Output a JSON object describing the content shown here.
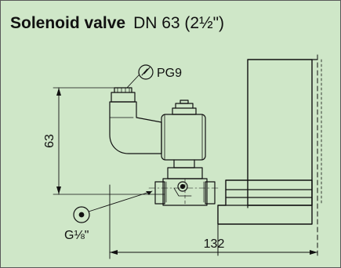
{
  "title": {
    "main": "Solenoid valve",
    "spec": "DN 63 (2½\")"
  },
  "labels": {
    "cable_gland": "PG9",
    "height_dim": "63",
    "width_dim": "132",
    "port": "G⅛\""
  },
  "colors": {
    "background": "#cfe7c8",
    "line": "#111111",
    "frame": "#5a5a5a"
  }
}
